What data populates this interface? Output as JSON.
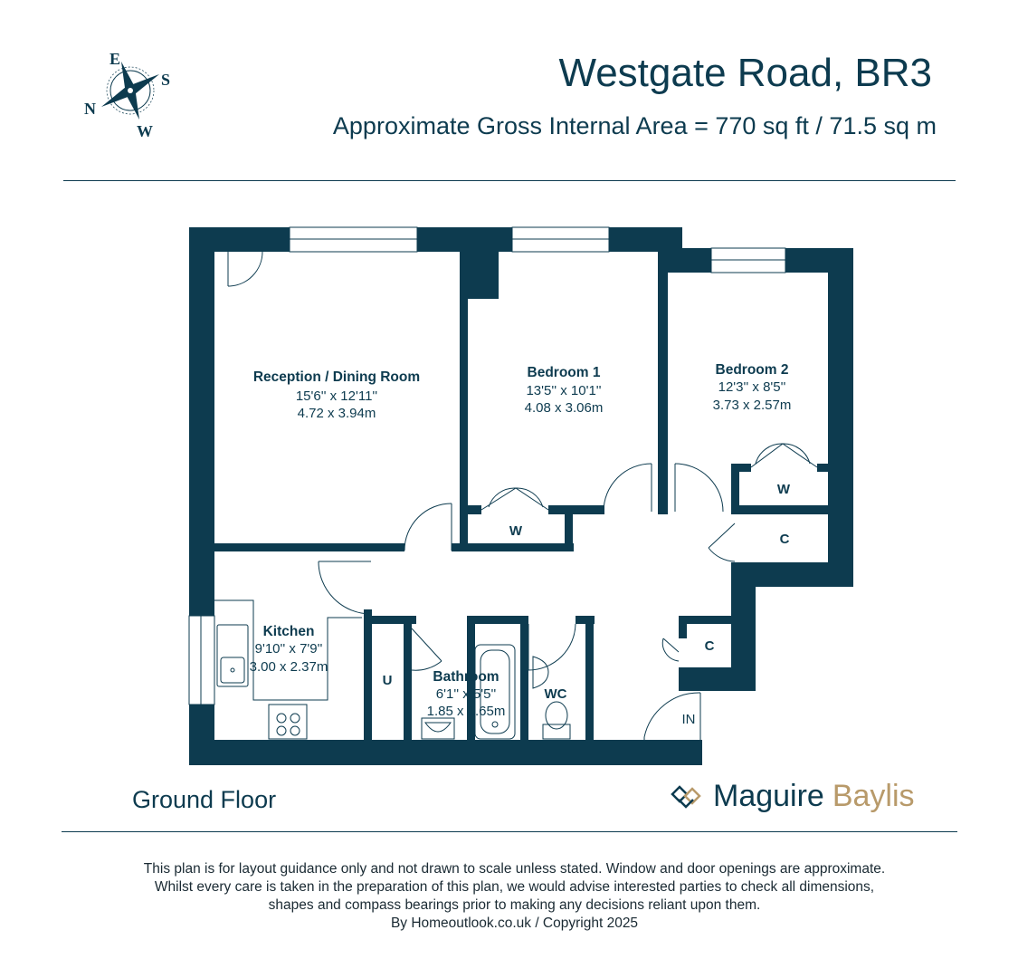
{
  "header": {
    "title": "Westgate Road, BR3",
    "subtitle": "Approximate Gross Internal Area = 770 sq ft / 71.5 sq m"
  },
  "compass": {
    "e": "E",
    "s": "S",
    "n": "N",
    "w": "W"
  },
  "rooms": {
    "reception": {
      "name": "Reception / Dining Room",
      "imperial": "15'6'' x 12'11''",
      "metric": "4.72 x 3.94m"
    },
    "bedroom1": {
      "name": "Bedroom 1",
      "imperial": "13'5'' x 10'1''",
      "metric": "4.08 x 3.06m"
    },
    "bedroom2": {
      "name": "Bedroom 2",
      "imperial": "12'3'' x 8'5''",
      "metric": "3.73 x 2.57m"
    },
    "kitchen": {
      "name": "Kitchen",
      "imperial": "9'10'' x 7'9''",
      "metric": "3.00 x 2.37m"
    },
    "bathroom": {
      "name": "Bathroom",
      "imperial": "6'1'' x 5'5''",
      "metric": "1.85 x 1.65m"
    }
  },
  "labels": {
    "wardrobe1": "W",
    "wardrobe2": "W",
    "cupboard1": "C",
    "cupboard2": "C",
    "utility": "U",
    "wc": "WC",
    "entrance": "IN"
  },
  "footer": {
    "floor": "Ground Floor",
    "brand_primary": "Maguire",
    "brand_secondary": "Baylis",
    "disclaimer": [
      "This plan is for layout guidance only and not drawn to scale unless stated. Window and door openings are approximate.",
      "Whilst every care is taken in the preparation of this plan, we would advise interested parties to check all dimensions,",
      "shapes and compass bearings prior to making any decisions reliant upon them.",
      "By Homeoutlook.co.uk / Copyright 2025"
    ]
  },
  "colors": {
    "wall": "#0d3b4f",
    "brand_gold": "#b89a6a",
    "text": "#0d3b4f"
  }
}
